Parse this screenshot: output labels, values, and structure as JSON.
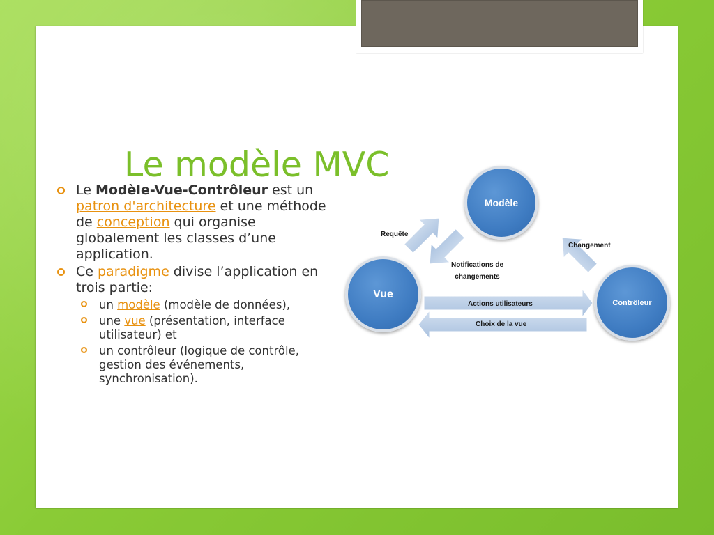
{
  "slide": {
    "title": "Le modèle MVC",
    "bullets": [
      {
        "p1": "Le ",
        "bold": "Modèle-Vue-Contrôleur",
        "p2": " est un ",
        "link1": "patron d'architecture",
        "p3": " et une méthode de ",
        "link2": "conception",
        "p4": " qui organise globalement les classes d’une application."
      },
      {
        "p1": "Ce ",
        "link1": "paradigme",
        "p2": " divise l’application en trois partie:"
      }
    ],
    "sub_bullets": [
      {
        "p1": "un ",
        "link": "modèle",
        "p2": " (modèle de données),"
      },
      {
        "p1": "une ",
        "link": "vue",
        "p2": " (présentation, interface utilisateur) et"
      },
      {
        "p1": "un contrôleur (logique de contrôle, gestion des événements, synchronisation)."
      }
    ]
  },
  "diagram": {
    "modele": "Modèle",
    "vue": "Vue",
    "controleur": "Contrôleur",
    "requete": "Requête",
    "changement": "Changement",
    "notifications_line1": "Notifications de",
    "notifications_line2": "changements",
    "actions": "Actions utilisateurs",
    "choix": "Choix de la vue"
  },
  "colors": {
    "title": "#7bbf2a",
    "accent": "#e8910f",
    "circle": "#3f7cc2",
    "arrow": "#b8cde6"
  }
}
